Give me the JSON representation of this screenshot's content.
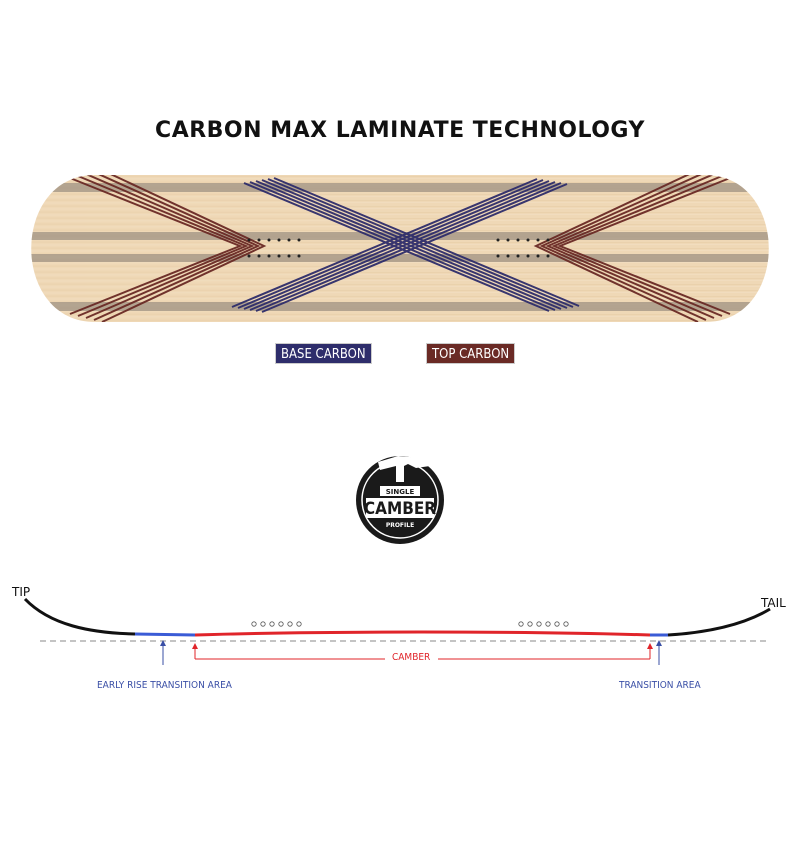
{
  "title": "CARBON MAX LAMINATE TECHNOLOGY",
  "legend": {
    "base": "BASE CARBON",
    "top": "TOP CARBON"
  },
  "logo": {
    "top_text": "SINGLE",
    "main_text": "CAMBER",
    "bottom_text": "PROFILE"
  },
  "profile": {
    "tip": "TIP",
    "tail": "TAIL",
    "camber": "CAMBER",
    "early_rise": "EARLY RISE TRANSITION AREA",
    "transition": "TRANSITION AREA"
  },
  "colors": {
    "base_carbon": "#2e2d6b",
    "top_carbon": "#6a2a25",
    "wood": "#efd8b6",
    "stringer": "#a89a88",
    "camber_line": "#e0242a",
    "transition_line": "#3a5bd6",
    "label_blue": "#3a4fa6"
  }
}
